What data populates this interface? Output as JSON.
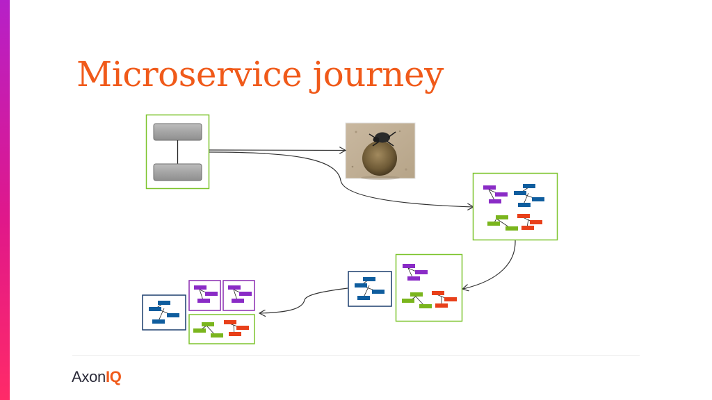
{
  "slide": {
    "title": "Microservice journey"
  },
  "logo": {
    "name_part": "Axon",
    "accent_part": "IQ"
  },
  "colors": {
    "title": "#f05a1a",
    "box_border_green": "#7dc42d",
    "box_border_navy": "#1a3d6d",
    "box_border_purple": "#8a2bb0",
    "node_purple": "#8a2bc6",
    "node_blue": "#0f5d9e",
    "node_green": "#7ab51d",
    "node_red": "#e8401a",
    "monolith_node": "#9c9c9c"
  },
  "image": {
    "subject": "dung beetle rolling a ball"
  }
}
